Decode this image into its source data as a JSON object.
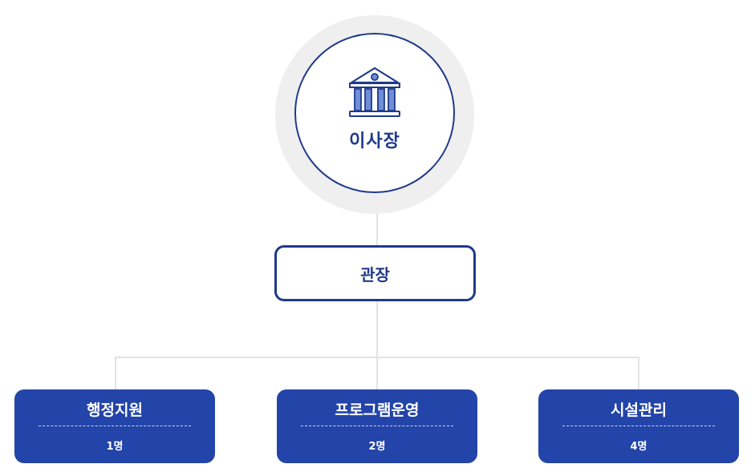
{
  "chairman": {
    "label": "이사장",
    "icon": "bank-building-icon"
  },
  "director": {
    "label": "관장"
  },
  "departments": [
    {
      "name": "행정지원",
      "count": "1명"
    },
    {
      "name": "프로그램운영",
      "count": "2명"
    },
    {
      "name": "시설관리",
      "count": "4명"
    }
  ],
  "colors": {
    "primary": "#1f3a8a",
    "department_fill": "#2344a8",
    "ring": "#efefef",
    "connector": "#e2e2e2"
  }
}
